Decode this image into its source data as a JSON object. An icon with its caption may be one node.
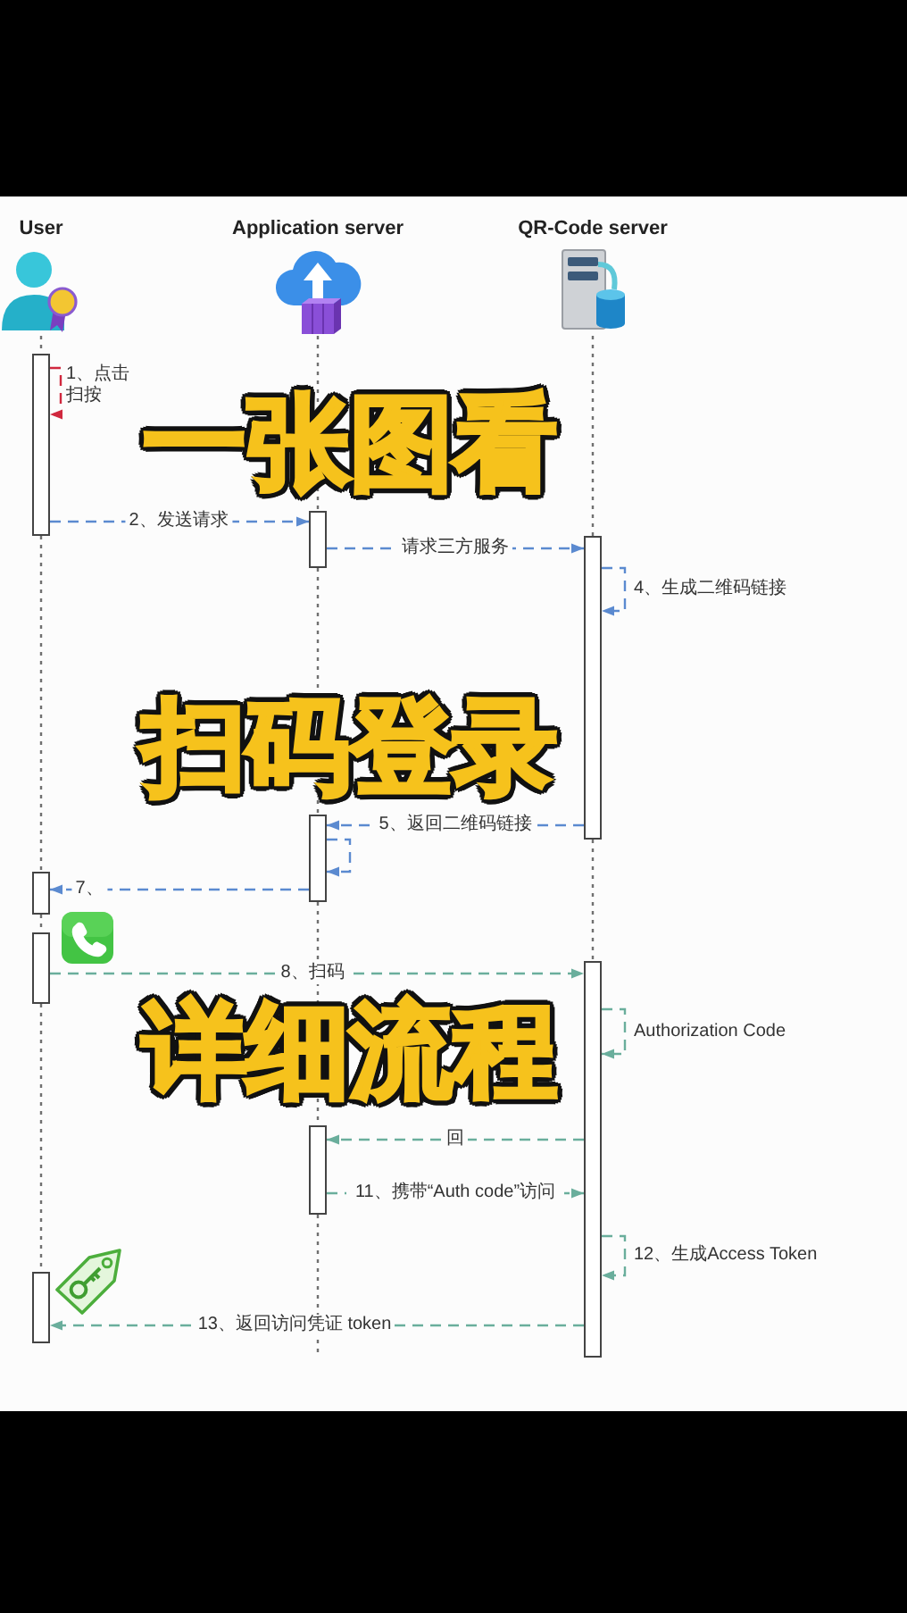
{
  "diagram": {
    "nodes": [
      {
        "text": [
          "User"
        ]
      },
      {
        "text": [
          "Application server"
        ]
      },
      {
        "text": [
          "QR-Code server"
        ]
      },
      {
        "text": [],
        "shape": "bar"
      },
      {
        "text": [],
        "shape": "bar"
      },
      {
        "text": [],
        "shape": "bar"
      },
      {
        "text": [],
        "shape": "bar"
      },
      {
        "text": [],
        "shape": "bar"
      },
      {
        "text": [],
        "shape": "bar"
      },
      {
        "text": [],
        "shape": "bar"
      },
      {
        "text": [],
        "shape": "bar"
      },
      {
        "text": [],
        "shape": "bar"
      }
    ],
    "edges": [
      {
        "from": 3,
        "to": 3,
        "arrow": "to",
        "label": "1、点击扫按",
        "style": "dashed",
        "color": "#d0283e"
      },
      {
        "from": 3,
        "to": 7,
        "arrow": "to",
        "label": "2、发送请求",
        "style": "dashed",
        "color": "#5b8ad0"
      },
      {
        "from": 7,
        "to": 10,
        "arrow": "to",
        "label": "请求三方服务",
        "style": "dashed",
        "color": "#5b8ad0"
      },
      {
        "from": 10,
        "to": 10,
        "arrow": "to",
        "label": "4、生成二维码链接",
        "style": "dashed",
        "color": "#5b8ad0"
      },
      {
        "from": 10,
        "to": 8,
        "arrow": "to",
        "label": "5、返回二维码链接",
        "style": "dashed",
        "color": "#5b8ad0"
      },
      {
        "from": 8,
        "to": 8,
        "arrow": "to",
        "style": "dashed",
        "color": "#5b8ad0"
      },
      {
        "from": 8,
        "to": 4,
        "arrow": "to",
        "label": "7、",
        "style": "dashed",
        "color": "#5b8ad0"
      },
      {
        "from": 5,
        "to": 11,
        "arrow": "to",
        "label": "8、扫码",
        "style": "dashed",
        "color": "#6aae9c"
      },
      {
        "from": 11,
        "to": 11,
        "arrow": "to",
        "label": "Authorization Code",
        "style": "dashed",
        "color": "#6aae9c"
      },
      {
        "from": 11,
        "to": 9,
        "arrow": "to",
        "label": "回",
        "style": "dashed",
        "color": "#6aae9c"
      },
      {
        "from": 9,
        "to": 11,
        "arrow": "to",
        "label": "11、携带“Auth code”访问",
        "style": "dashed",
        "color": "#6aae9c"
      },
      {
        "from": 11,
        "to": 11,
        "arrow": "to",
        "label": "12、生成Access Token",
        "style": "dashed",
        "color": "#6aae9c"
      },
      {
        "from": 11,
        "to": 6,
        "arrow": "to",
        "label": "13、返回访问凭证 token",
        "style": "dashed",
        "color": "#6aae9c"
      },
      {
        "from": 0,
        "to": 3,
        "arrow": "none",
        "style": "dashed"
      },
      {
        "from": 3,
        "to": 4,
        "arrow": "none",
        "style": "dashed"
      },
      {
        "from": 4,
        "to": 5,
        "arrow": "none",
        "style": "dashed"
      },
      {
        "from": 5,
        "to": 6,
        "arrow": "none",
        "style": "dashed"
      },
      {
        "from": 1,
        "to": 7,
        "arrow": "none",
        "style": "dashed"
      },
      {
        "from": 7,
        "to": 8,
        "arrow": "none",
        "style": "dashed"
      },
      {
        "from": 8,
        "to": 9,
        "arrow": "none",
        "style": "dashed"
      },
      {
        "from": 9,
        "to": null,
        "arrow": "none",
        "style": "dashed"
      },
      {
        "from": 2,
        "to": 10,
        "arrow": "none",
        "style": "dashed"
      },
      {
        "from": 10,
        "to": 11,
        "arrow": "none",
        "style": "dashed"
      }
    ],
    "labels": [
      "一张图看",
      "扫码登录",
      "详细流程"
    ]
  }
}
